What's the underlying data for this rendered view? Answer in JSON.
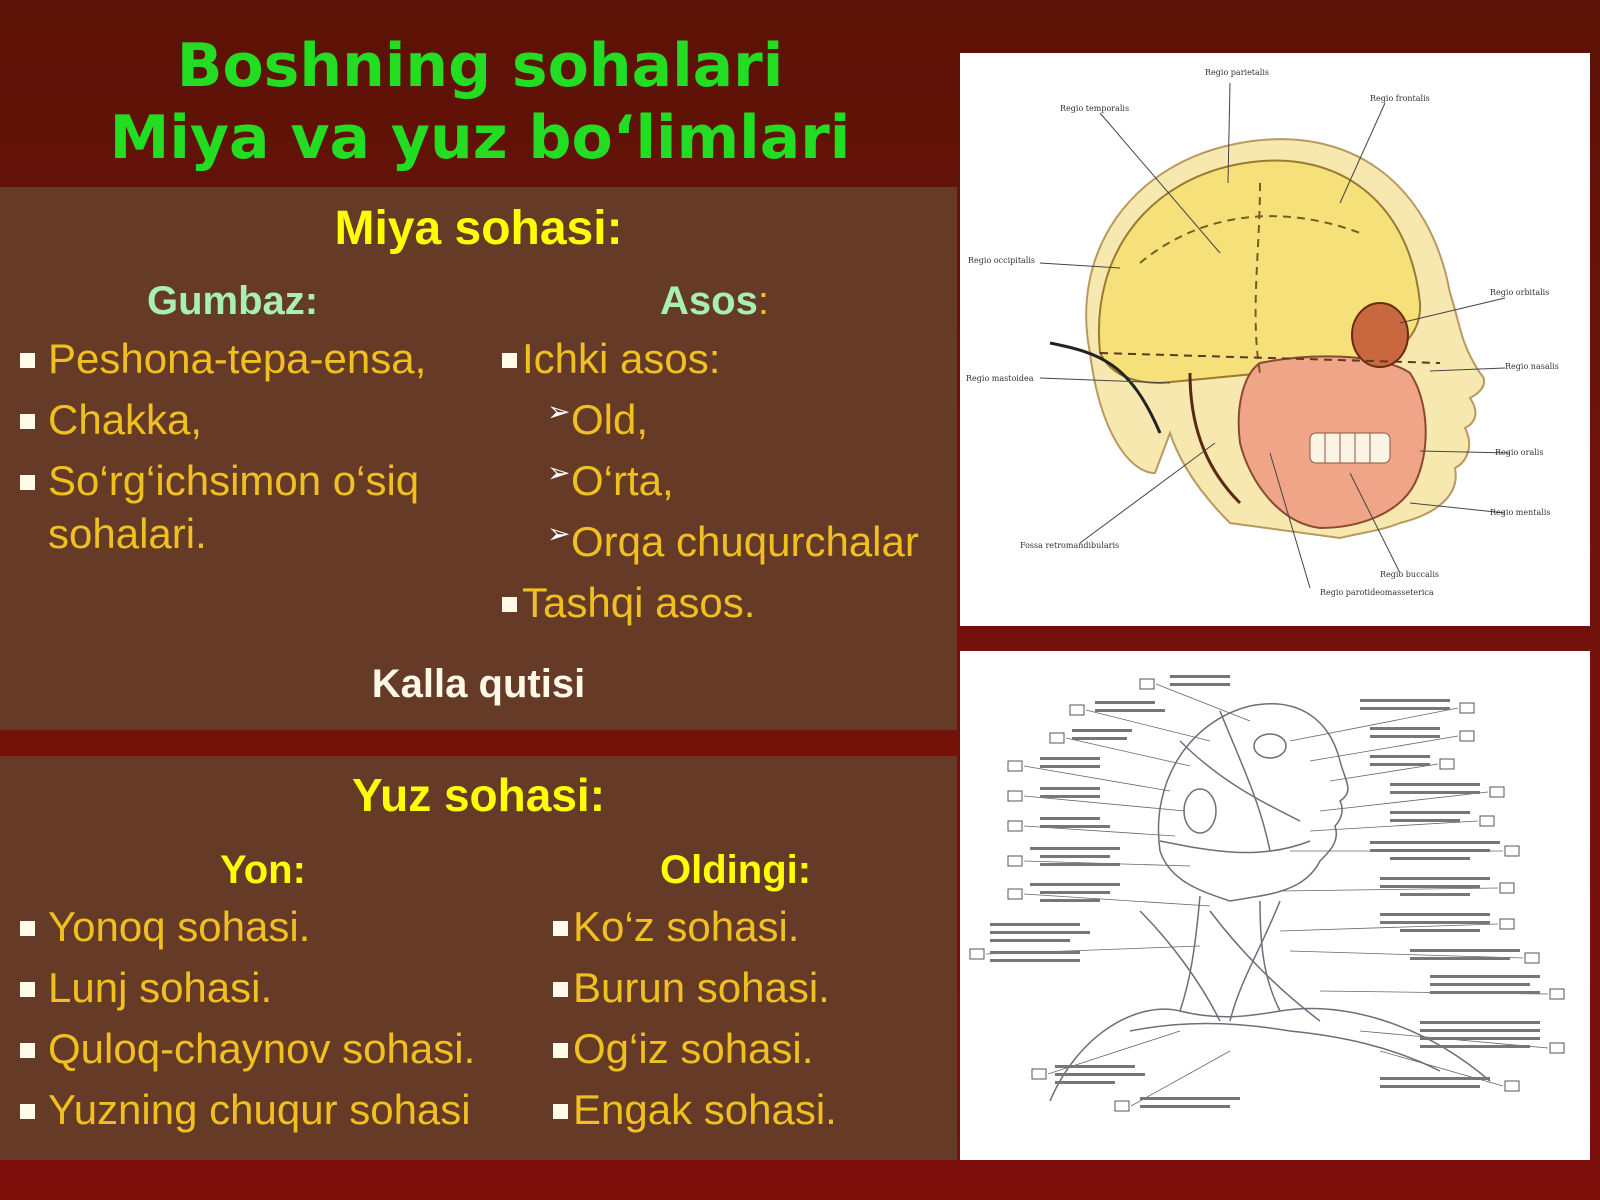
{
  "title": {
    "line1": "Boshning sohalari",
    "line2": "Miya va yuz bo‘limlari"
  },
  "miya": {
    "heading": "Miya sohasi:",
    "gumbaz": {
      "label": "Gumbaz:",
      "items": [
        "Peshona-tepa-ensa,",
        "Chakka,",
        "So‘rg‘ichsimon o‘siq",
        "sohalari."
      ]
    },
    "asos": {
      "label": "Asos",
      "colon": ":",
      "ichki": "Ichki asos:",
      "sub": [
        "Old,",
        "O‘rta,",
        "Orqa chuqurchalar"
      ],
      "tashqi": "Tashqi asos."
    },
    "footer": "Kalla qutisi"
  },
  "yuz": {
    "heading": "Yuz sohasi:",
    "yon": {
      "label": "Yon:",
      "items": [
        "Yonoq sohasi.",
        "Lunj sohasi.",
        "Quloq-chaynov sohasi.",
        "Yuzning chuqur sohasi"
      ]
    },
    "oldingi": {
      "label": "Oldingi:",
      "items": [
        "Ko‘z sohasi.",
        "Burun sohasi.",
        "Og‘iz sohasi.",
        "Engak sohasi."
      ]
    }
  },
  "skull_labels": {
    "parietalis": "Regio parietalis",
    "frontalis": "Regio frontalis",
    "temporalis": "Regio temporalis",
    "occipitalis": "Regio occipitalis",
    "orbitalis": "Regio orbitalis",
    "mastoidea": "Regio mastoidea",
    "nasalis": "Regio nasalis",
    "oralis": "Regio oralis",
    "mentalis": "Regio mentalis",
    "fossa": "Fossa retromandibularis",
    "buccalis": "Regio buccalis",
    "parotideo": "Regio parotideomasseterica"
  },
  "colors": {
    "title": "#22dd22",
    "heading": "#ffff00",
    "item": "#f0c020",
    "panel": "#653a26",
    "background": "#6e130a"
  }
}
